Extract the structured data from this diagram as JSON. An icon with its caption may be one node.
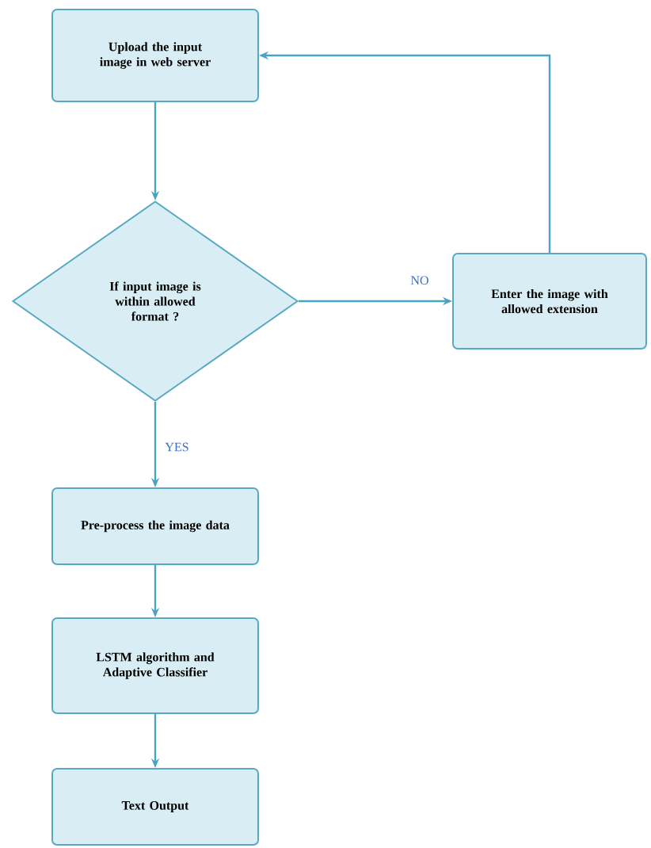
{
  "diagram": {
    "nodes": [
      {
        "text": [
          "Upload the input image in web server"
        ]
      },
      {
        "text": [
          "If input image is within allowed format ?"
        ]
      },
      {
        "text": [
          "Enter the image with allowed extension"
        ]
      },
      {
        "text": [
          "Pre-process the image data"
        ]
      },
      {
        "text": [
          "LSTM algorithm and Adaptive Classifier"
        ]
      },
      {
        "text": [
          "Text Output"
        ]
      }
    ],
    "edges": [
      {
        "from": 0,
        "to": 1,
        "arrow": "to"
      },
      {
        "from": 1,
        "to": 2,
        "arrow": "to",
        "label": "NO"
      },
      {
        "from": 2,
        "to": 0,
        "arrow": "to"
      },
      {
        "from": 1,
        "to": 3,
        "arrow": "to",
        "label": "YES"
      },
      {
        "from": 3,
        "to": 4,
        "arrow": "to"
      },
      {
        "from": 4,
        "to": 5,
        "arrow": "to"
      }
    ]
  }
}
